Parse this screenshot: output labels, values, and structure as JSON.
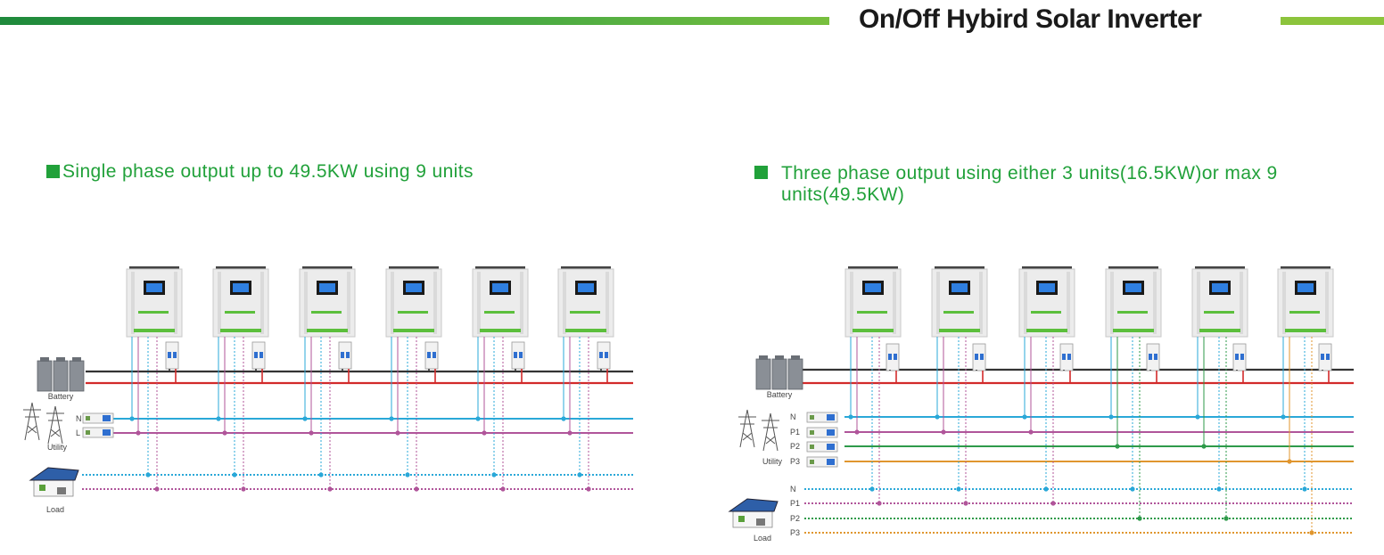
{
  "header": {
    "title": "On/Off Hybird Solar Inverter"
  },
  "left_panel": {
    "caption": "Single phase output up to 49.5KW using 9 units",
    "labels": {
      "battery": "Battery",
      "utility": "Utility",
      "load": "Load",
      "n": "N",
      "l": "L"
    }
  },
  "right_panel": {
    "caption": "Three phase output using either 3 units(16.5KW)or max 9 units(49.5KW)",
    "labels": {
      "battery": "Battery",
      "utility": "Utility",
      "load": "Load",
      "n": "N",
      "p1": "P1",
      "p2": "P2",
      "p3": "P3"
    }
  },
  "colors": {
    "brand_green": "#21a13a",
    "battery_neg": "#333333",
    "battery_pos": "#d22b2b",
    "neutral": "#2aa8d8",
    "line": "#b0559a",
    "phase2": "#2e9a4a",
    "phase3": "#e0962e"
  }
}
